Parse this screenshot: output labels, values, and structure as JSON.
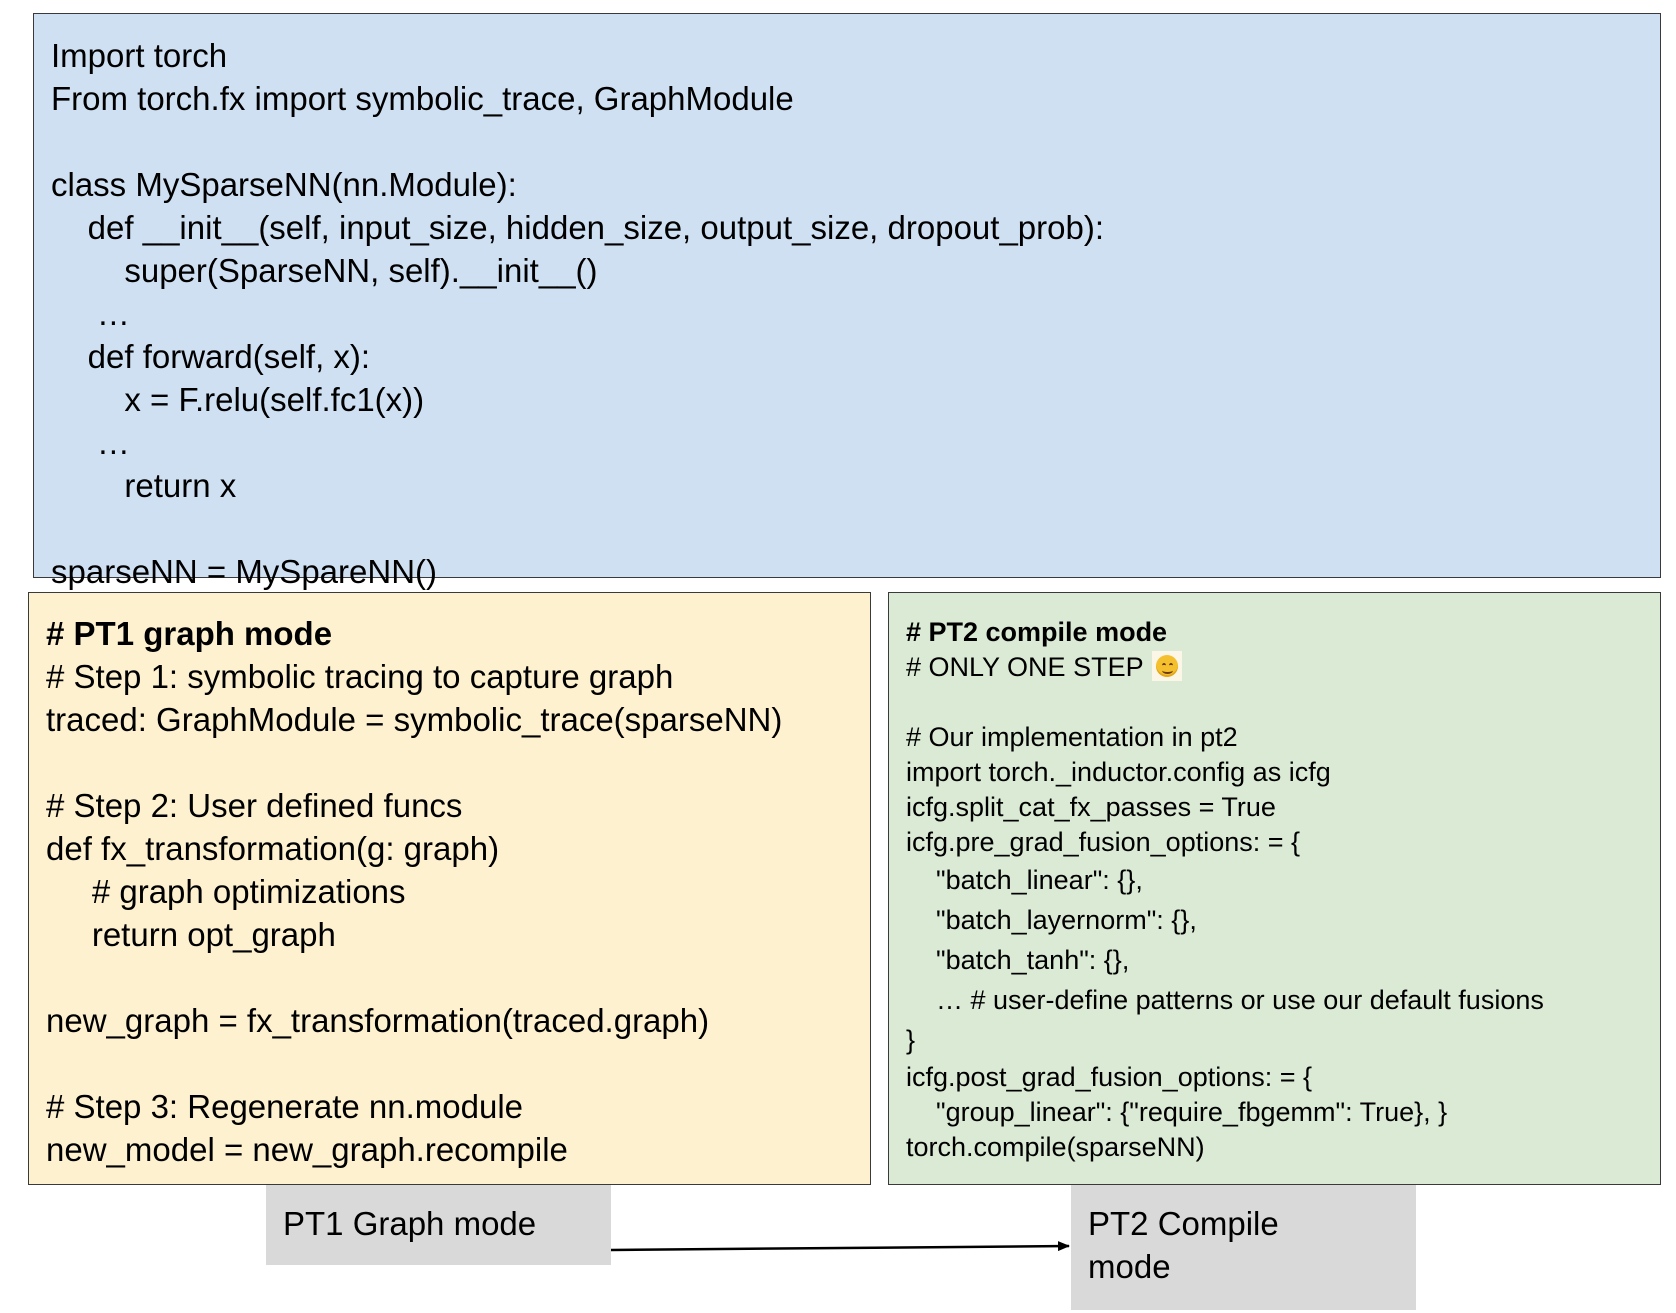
{
  "top_code": {
    "lines": [
      "Import torch",
      "From torch.fx import symbolic_trace, GraphModule",
      "",
      "class MySparseNN(nn.Module):",
      "    def __init__(self, input_size, hidden_size, output_size, dropout_prob):",
      "        super(SparseNN, self).__init__()",
      "     …",
      "    def forward(self, x):",
      "        x = F.relu(self.fc1(x))",
      "     …",
      "        return x",
      "",
      "sparseNN = MySpareNN()"
    ]
  },
  "pt1_code": {
    "title": "# PT1 graph mode",
    "lines": [
      "# Step 1: symbolic tracing to capture graph",
      "traced: GraphModule = symbolic_trace(sparseNN)",
      "",
      "# Step 2: User defined funcs",
      "def fx_transformation(g: graph)",
      "     # graph optimizations",
      "     return opt_graph",
      "",
      "new_graph = fx_transformation(traced.graph)",
      "",
      "# Step 3: Regenerate nn.module",
      "new_model = new_graph.recompile"
    ]
  },
  "pt2_code": {
    "title": "# PT2 compile mode",
    "only_one_step": "# ONLY ONE STEP",
    "emoji": "smiling-face-icon",
    "lines": [
      "# Our implementation in pt2",
      "import torch._inductor.config as icfg",
      "icfg.split_cat_fx_passes = True",
      "icfg.pre_grad_fusion_options: = {",
      "    \"batch_linear\": {},",
      "    \"batch_layernorm\": {},",
      "    \"batch_tanh\": {},",
      "    … # user-define patterns or use our default fusions",
      "}",
      "icfg.post_grad_fusion_options: = {",
      "    \"group_linear\": {\"require_fbgemm\": True}, }",
      "torch.compile(sparseNN)"
    ]
  },
  "labels": {
    "pt1": "PT1 Graph mode",
    "pt2_line1": "PT2 Compile",
    "pt2_line2": "mode"
  },
  "colors": {
    "top_box_bg": "#cfe0f3",
    "pt1_box_bg": "#fdf1cf",
    "pt2_box_bg": "#dbead5",
    "label_bg": "#d9d9d9"
  }
}
